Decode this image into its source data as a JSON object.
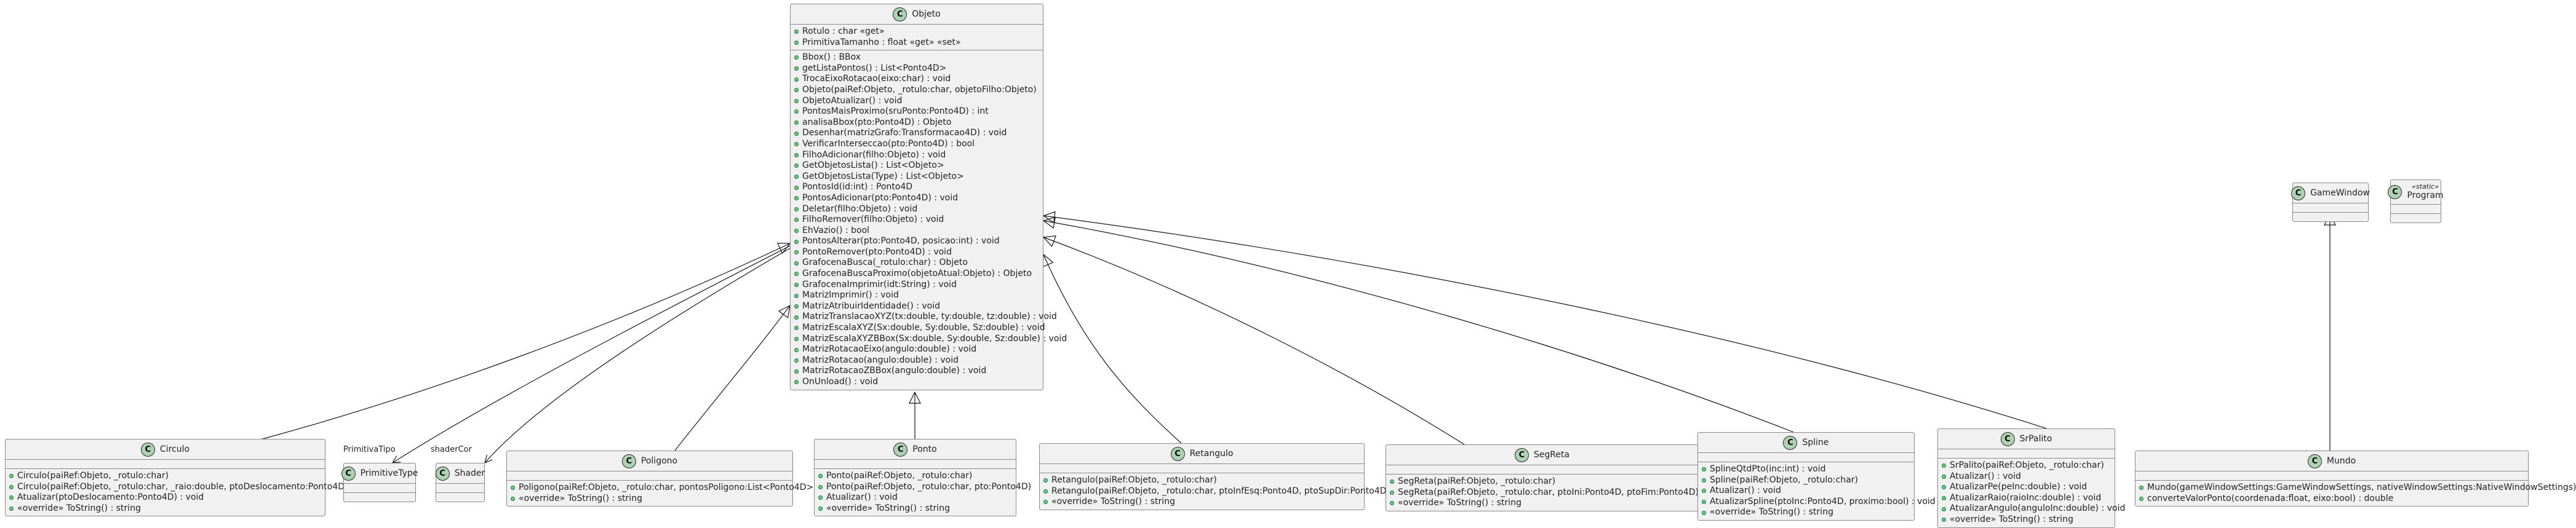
{
  "diagram": {
    "classes": {
      "objeto": {
        "name": "Objeto",
        "icon": "C",
        "stereotype": "",
        "fields": [
          "Rotulo : char «get»",
          "PrimitivaTamanho : float «get» «set»"
        ],
        "methods": [
          "Bbox() : BBox",
          "getListaPontos() : List<Ponto4D>",
          "TrocaEixoRotacao(eixo:char) : void",
          "Objeto(paiRef:Objeto, _rotulo:char, objetoFilho:Objeto)",
          "ObjetoAtualizar() : void",
          "PontosMaisProximo(sruPonto:Ponto4D) : int",
          "analisaBbox(pto:Ponto4D) : Objeto",
          "Desenhar(matrizGrafo:Transformacao4D) : void",
          "VerificarInterseccao(pto:Ponto4D) : bool",
          "FilhoAdicionar(filho:Objeto) : void",
          "GetObjetosLista() : List<Objeto>",
          "GetObjetosLista(Type) : List<Objeto>",
          "PontosId(id:int) : Ponto4D",
          "PontosAdicionar(pto:Ponto4D) : void",
          "Deletar(filho:Objeto) : void",
          "FilhoRemover(filho:Objeto) : void",
          "EhVazio() : bool",
          "PontosAlterar(pto:Ponto4D, posicao:int) : void",
          "PontoRemover(pto:Ponto4D) : void",
          "GrafocenaBusca(_rotulo:char) : Objeto",
          "GrafocenaBuscaProximo(objetoAtual:Objeto) : Objeto",
          "GrafocenaImprimir(idt:String) : void",
          "MatrizImprimir() : void",
          "MatrizAtribuirIdentidade() : void",
          "MatrizTranslacaoXYZ(tx:double, ty:double, tz:double) : void",
          "MatrizEscalaXYZ(Sx:double, Sy:double, Sz:double) : void",
          "MatrizEscalaXYZBBox(Sx:double, Sy:double, Sz:double) : void",
          "MatrizRotacaoEixo(angulo:double) : void",
          "MatrizRotacao(angulo:double) : void",
          "MatrizRotacaoZBBox(angulo:double) : void",
          "OnUnload() : void"
        ]
      },
      "circulo": {
        "name": "Circulo",
        "icon": "C",
        "stereotype": "",
        "fields": [],
        "methods": [
          "Circulo(paiRef:Objeto, _rotulo:char)",
          "Circulo(paiRef:Objeto, _rotulo:char, _raio:double, ptoDeslocamento:Ponto4D)",
          "Atualizar(ptoDeslocamento:Ponto4D) : void",
          "«override» ToString() : string"
        ]
      },
      "primitivetype": {
        "name": "PrimitiveType",
        "icon": "C",
        "stereotype": "",
        "fields": [],
        "methods": []
      },
      "shader": {
        "name": "Shader",
        "icon": "C",
        "stereotype": "",
        "fields": [],
        "methods": []
      },
      "poligono": {
        "name": "Poligono",
        "icon": "C",
        "stereotype": "",
        "fields": [],
        "methods": [
          "Poligono(paiRef:Objeto, _rotulo:char, pontosPoligono:List<Ponto4D>)",
          "«override» ToString() : string"
        ]
      },
      "ponto": {
        "name": "Ponto",
        "icon": "C",
        "stereotype": "",
        "fields": [],
        "methods": [
          "Ponto(paiRef:Objeto, _rotulo:char)",
          "Ponto(paiRef:Objeto, _rotulo:char, pto:Ponto4D)",
          "Atualizar() : void",
          "«override» ToString() : string"
        ]
      },
      "retangulo": {
        "name": "Retangulo",
        "icon": "C",
        "stereotype": "",
        "fields": [],
        "methods": [
          "Retangulo(paiRef:Objeto, _rotulo:char)",
          "Retangulo(paiRef:Objeto, _rotulo:char, ptoInfEsq:Ponto4D, ptoSupDir:Ponto4D)",
          "«override» ToString() : string"
        ]
      },
      "segreta": {
        "name": "SegReta",
        "icon": "C",
        "stereotype": "",
        "fields": [],
        "methods": [
          "SegReta(paiRef:Objeto, _rotulo:char)",
          "SegReta(paiRef:Objeto, _rotulo:char, ptoIni:Ponto4D, ptoFim:Ponto4D)",
          "«override» ToString() : string"
        ]
      },
      "spline": {
        "name": "Spline",
        "icon": "C",
        "stereotype": "",
        "fields": [],
        "methods": [
          "SplineQtdPto(inc:int) : void",
          "Spline(paiRef:Objeto, _rotulo:char)",
          "Atualizar() : void",
          "AtualizarSpline(ptoInc:Ponto4D, proximo:bool) : void",
          "«override» ToString() : string"
        ]
      },
      "srpalito": {
        "name": "SrPalito",
        "icon": "C",
        "stereotype": "",
        "fields": [],
        "methods": [
          "SrPalito(paiRef:Objeto, _rotulo:char)",
          "Atualizar() : void",
          "AtualizarPe(peInc:double) : void",
          "AtualizarRaio(raioInc:double) : void",
          "AtualizarAngulo(anguloInc:double) : void",
          "«override» ToString() : string"
        ]
      },
      "gamewindow": {
        "name": "GameWindow",
        "icon": "C",
        "stereotype": "",
        "fields": [],
        "methods": []
      },
      "program": {
        "name": "Program",
        "icon": "C",
        "stereotype": "«static»",
        "fields": [],
        "methods": []
      },
      "mundo": {
        "name": "Mundo",
        "icon": "C",
        "stereotype": "",
        "fields": [],
        "methods": [
          "Mundo(gameWindowSettings:GameWindowSettings, nativeWindowSettings:NativeWindowSettings)",
          "converteValorPonto(coordenada:float, eixo:bool) : double"
        ]
      }
    },
    "association_labels": {
      "primitive": "PrimitivaTipo",
      "shader": "shaderCor"
    },
    "colors": {
      "class_icon": "#add1b2",
      "visibility_public": "#84be84",
      "class_background": "#f1f1f1"
    }
  }
}
